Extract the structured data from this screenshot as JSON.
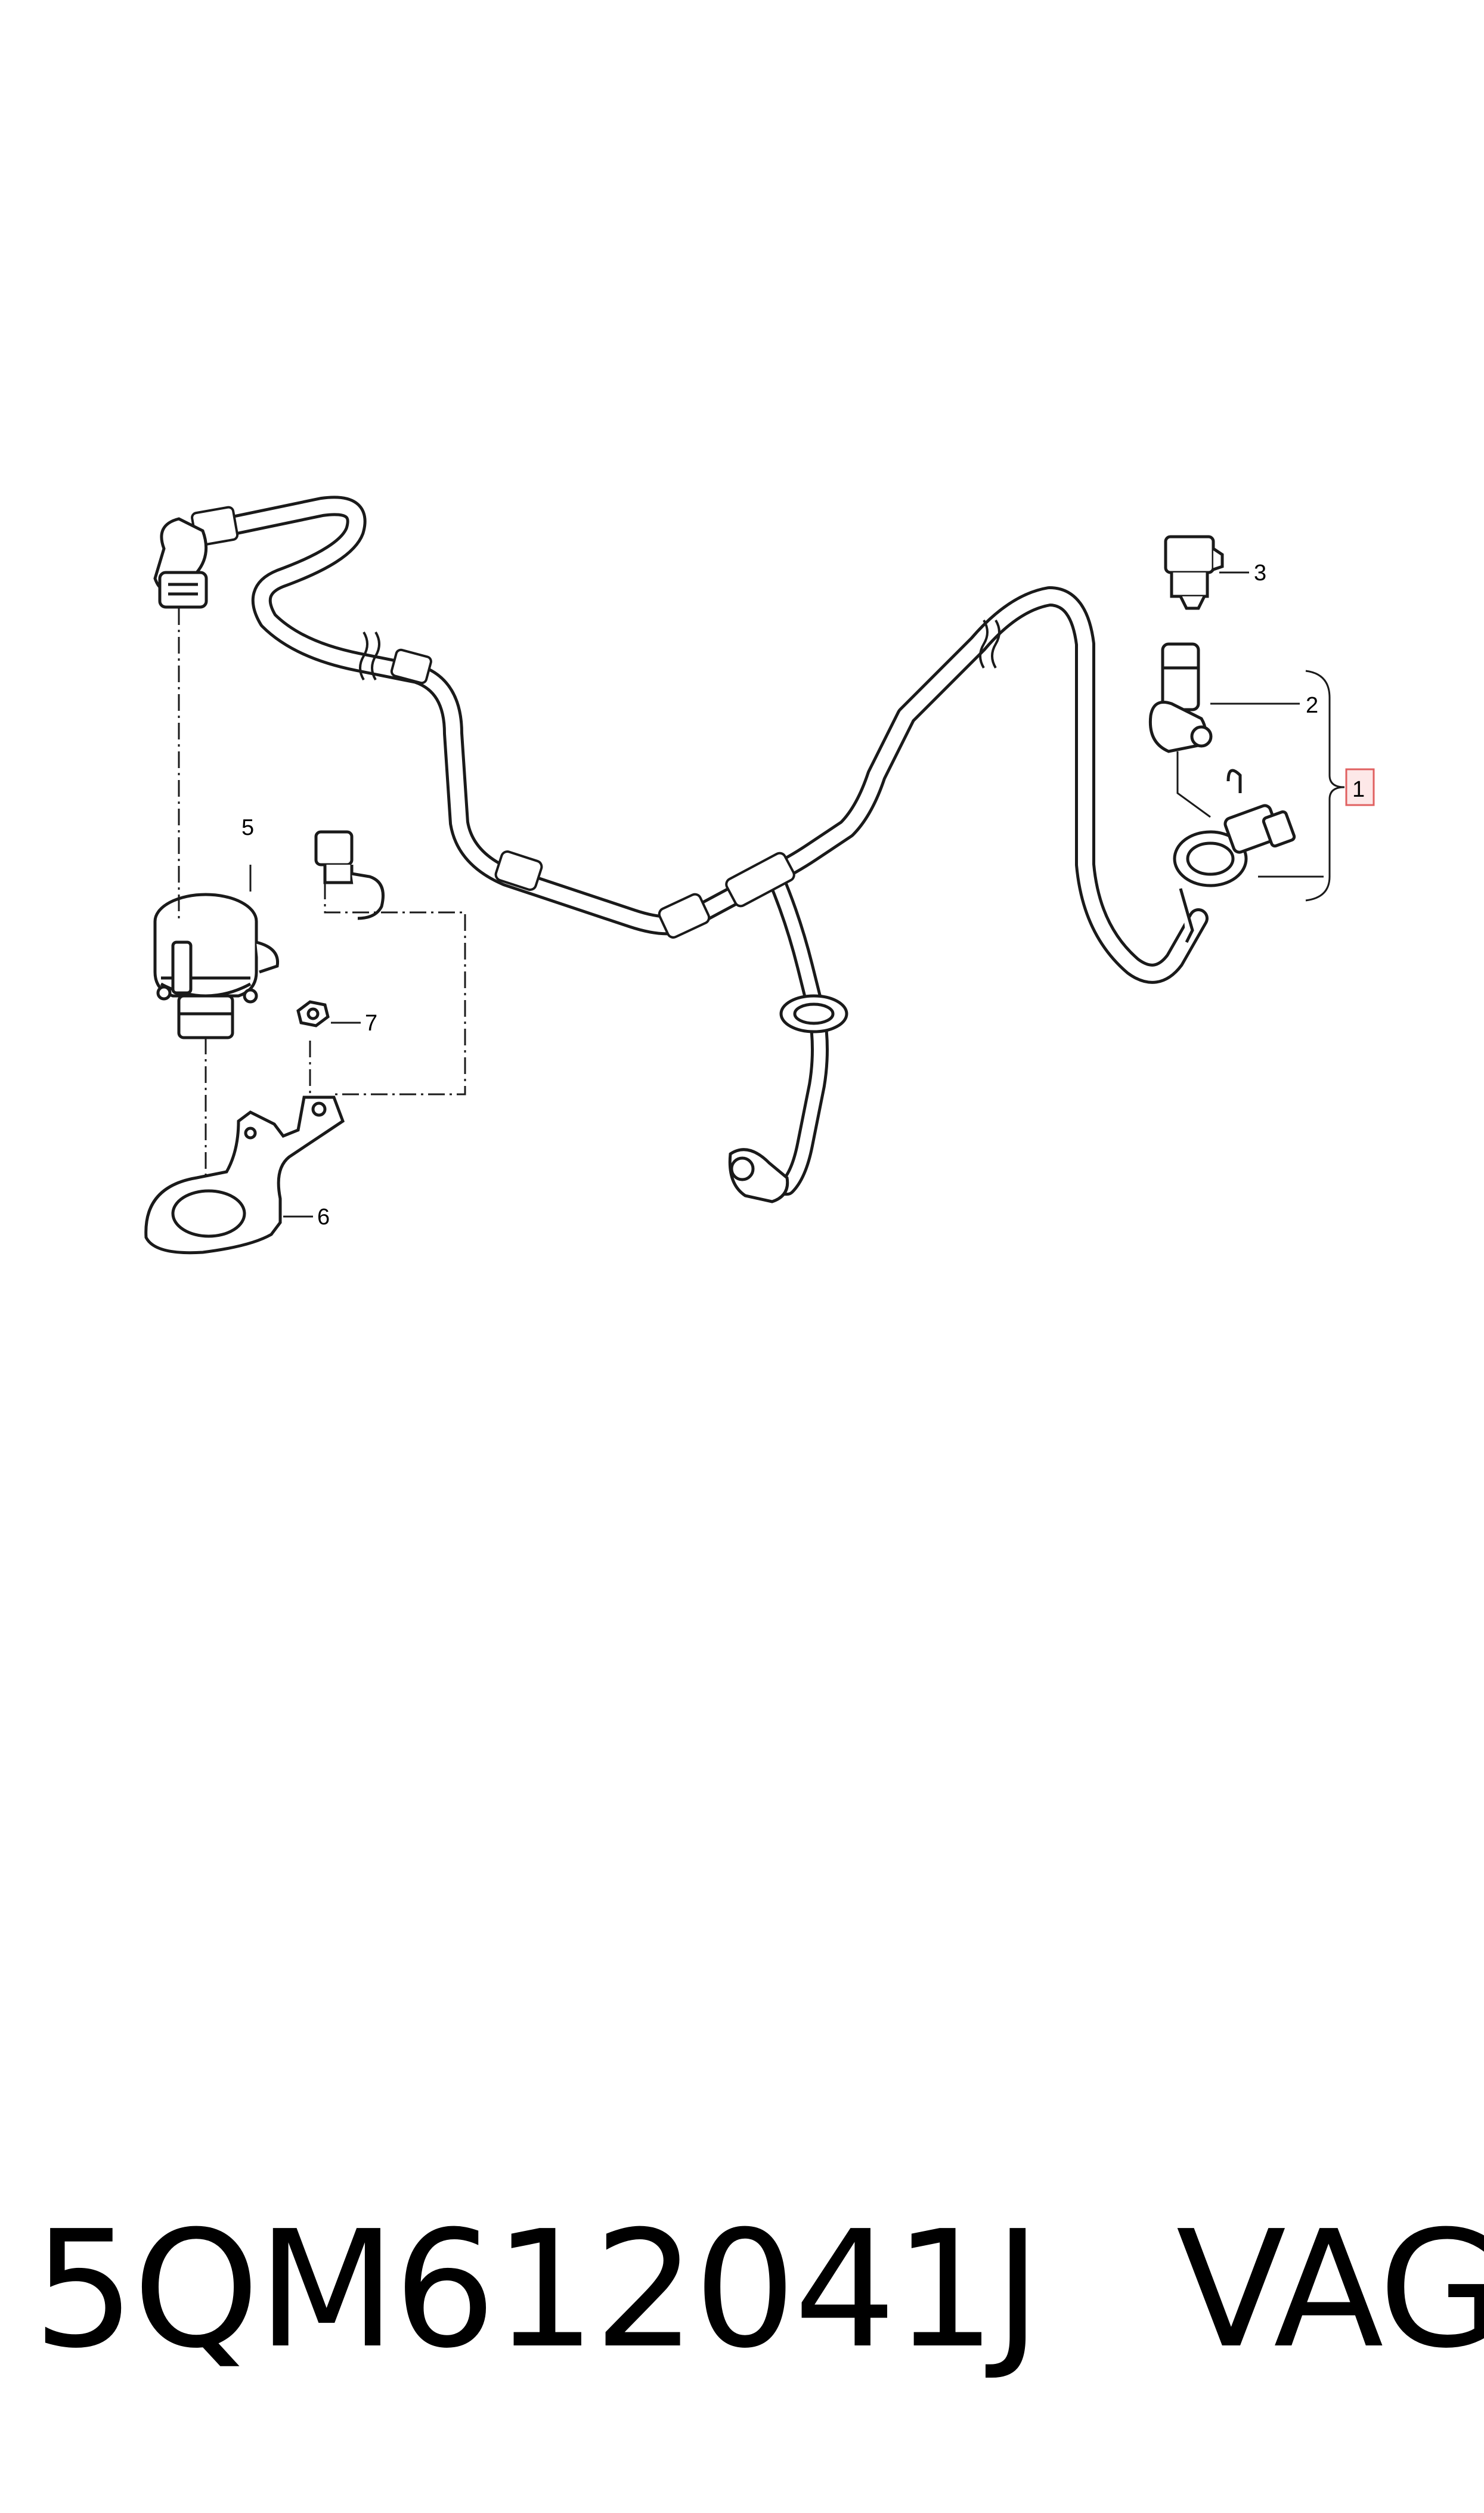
{
  "callouts": {
    "c1": "1",
    "c2": "2",
    "c3": "3",
    "c5": "5",
    "c6": "6",
    "c7": "7"
  },
  "caption": {
    "part_number": "5QM612041J",
    "brand": "VAG"
  },
  "colors": {
    "line": "#1a1a1a",
    "highlight_box_fill": "#fde8e8",
    "highlight_box_stroke": "#e06060"
  }
}
